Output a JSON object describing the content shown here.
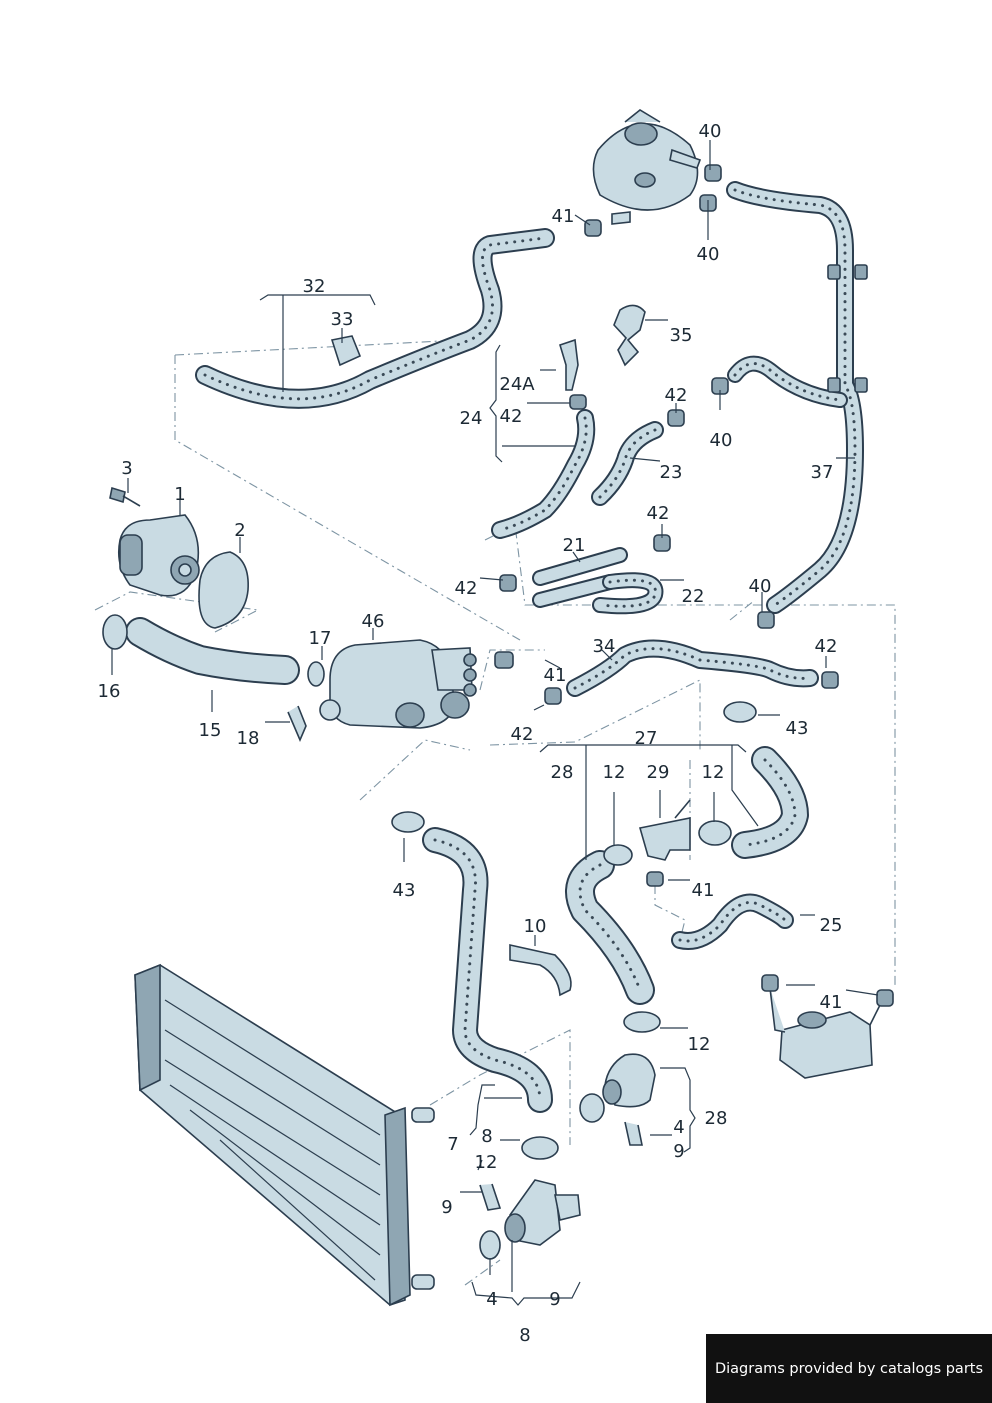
{
  "diagram": {
    "callouts": [
      "40",
      "41",
      "40",
      "32",
      "33",
      "35",
      "24A",
      "42",
      "24",
      "42",
      "40",
      "37",
      "23",
      "3",
      "1",
      "2",
      "21",
      "42",
      "42",
      "22",
      "40",
      "16",
      "46",
      "17",
      "34",
      "42",
      "15",
      "18",
      "41",
      "42",
      "43",
      "27",
      "28",
      "12",
      "29",
      "12",
      "43",
      "41",
      "10",
      "25",
      "41",
      "12",
      "28",
      "7",
      "8",
      "4",
      "12",
      "9",
      "9",
      "4",
      "9",
      "8"
    ]
  },
  "credit": {
    "text": "Diagrams provided by catalogs parts"
  }
}
